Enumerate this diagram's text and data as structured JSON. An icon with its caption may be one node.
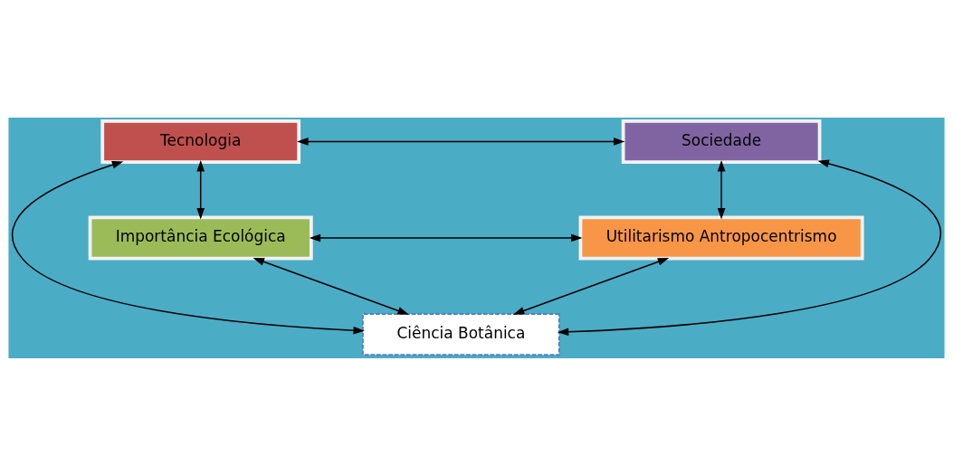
{
  "diagram": {
    "nodes": [
      {
        "text": [
          "Tecnologia"
        ]
      },
      {
        "text": [
          "Sociedade"
        ]
      },
      {
        "text": [
          "Ciência Botânica"
        ]
      },
      {
        "text": [
          "Importância Ecológica"
        ]
      },
      {
        "text": [
          "Utilitarismo Antropocentrismo"
        ]
      }
    ],
    "edges": [
      {
        "from": 0,
        "to": 1,
        "arrow": "both"
      },
      {
        "from": 0,
        "to": 2,
        "arrow": "both"
      },
      {
        "from": 1,
        "to": 2,
        "arrow": "both"
      },
      {
        "from": 0,
        "to": 3,
        "arrow": "both"
      },
      {
        "from": 1,
        "to": 4,
        "arrow": "both"
      },
      {
        "from": 3,
        "to": 2,
        "arrow": "both"
      },
      {
        "from": 4,
        "to": 2,
        "arrow": "both"
      },
      {
        "from": 3,
        "to": 4,
        "arrow": "both"
      }
    ]
  }
}
